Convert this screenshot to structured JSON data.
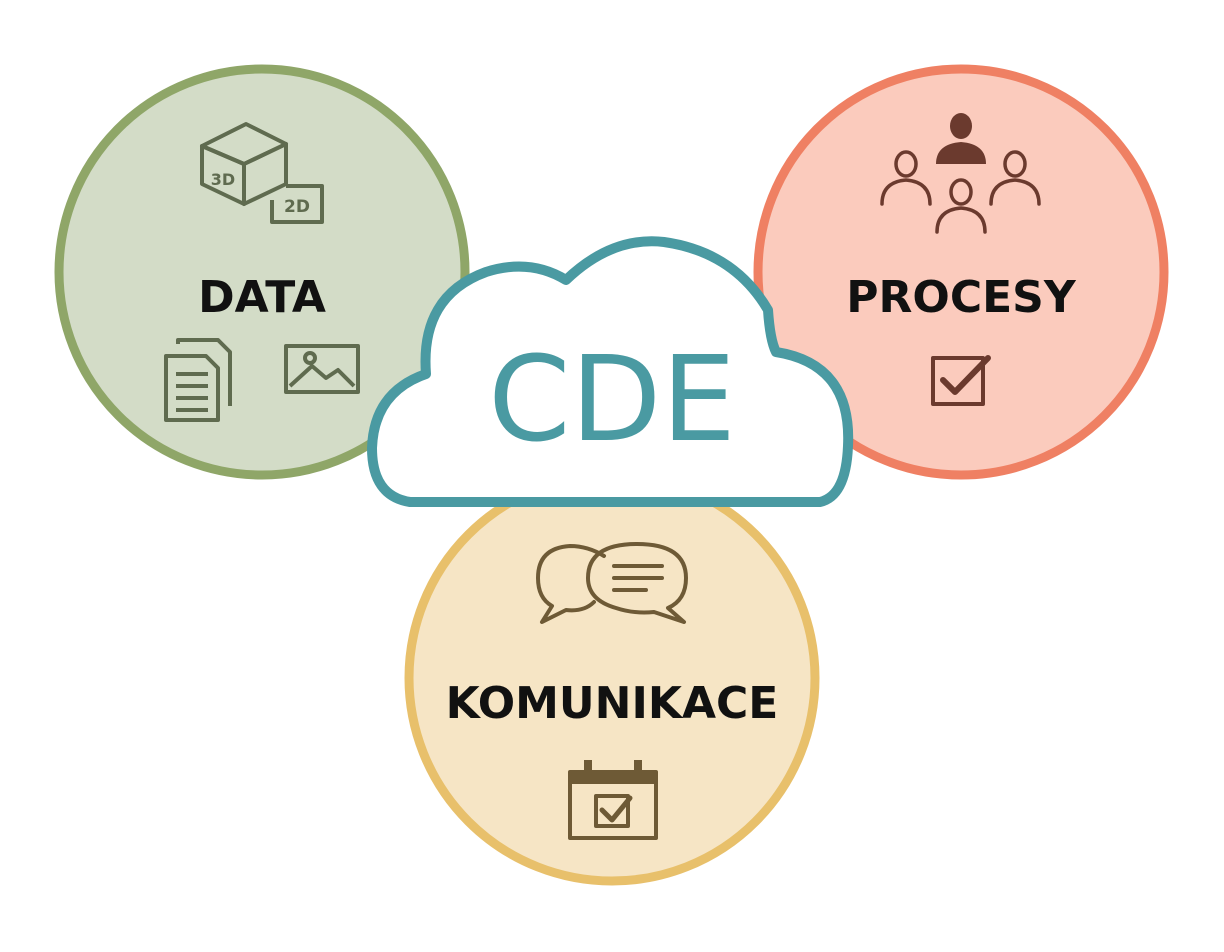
{
  "colors": {
    "data": {
      "ring": "#8fa668",
      "fill": "#d3dcc7",
      "icon": "#5f6b4f"
    },
    "procesy": {
      "ring": "#ef8063",
      "fill": "#fbcbbd",
      "icon": "#6b3a2e"
    },
    "komunikace": {
      "ring": "#e8c06b",
      "fill": "#f6e5c5",
      "icon": "#6e5a36"
    },
    "cde": {
      "stroke": "#4a9aa2",
      "fill": "#ffffff",
      "text": "#4a9aa2"
    }
  },
  "circles": {
    "data": {
      "label": "DATA",
      "icons": [
        "cube-3d-icon",
        "document-2d-icon",
        "documents-icon",
        "image-icon"
      ],
      "cube_text": "3D",
      "doc_text": "2D"
    },
    "procesy": {
      "label": "PROCESY",
      "icons": [
        "team-icon",
        "checkbox-icon"
      ]
    },
    "komunikace": {
      "label": "KOMUNIKACE",
      "icons": [
        "chat-bubbles-icon",
        "calendar-check-icon"
      ]
    }
  },
  "cloud": {
    "label": "CDE",
    "icon": "cloud-icon"
  }
}
